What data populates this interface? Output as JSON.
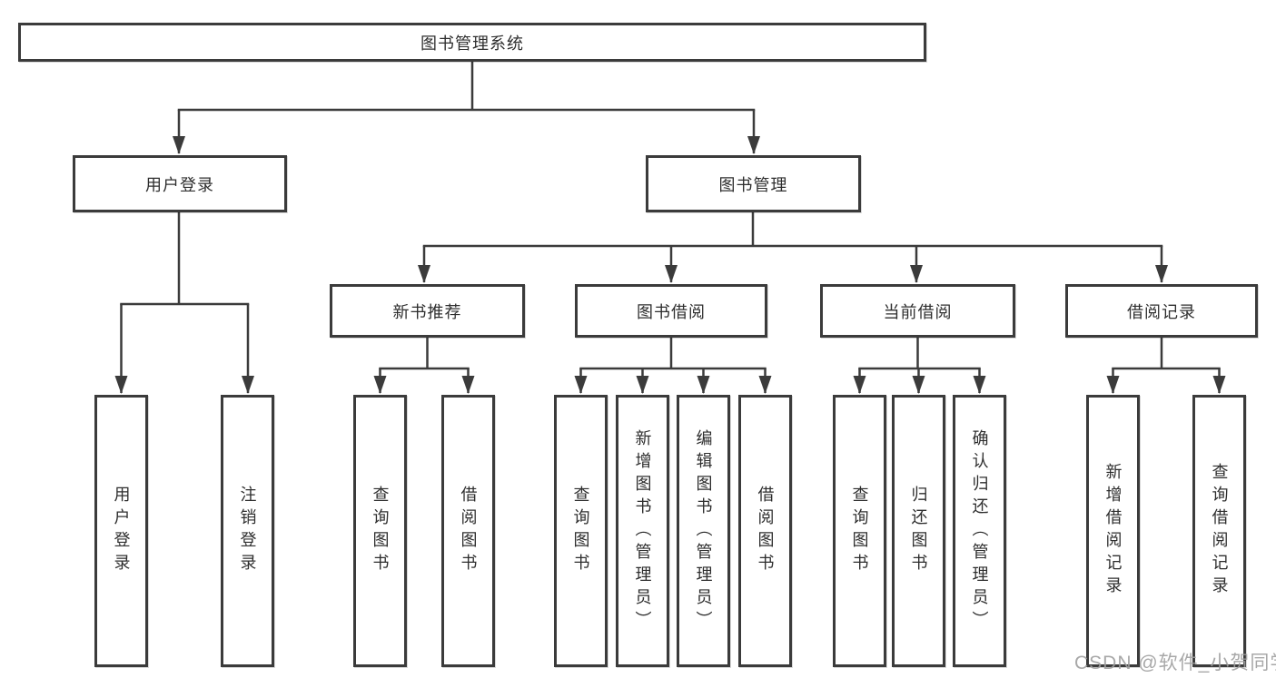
{
  "diagram": {
    "root": {
      "label": "图书管理系统"
    },
    "level2": {
      "user_login": {
        "label": "用户登录"
      },
      "book_mgmt": {
        "label": "图书管理"
      }
    },
    "level3": {
      "new_books": {
        "label": "新书推荐"
      },
      "book_borrow": {
        "label": "图书借阅"
      },
      "current_borrow": {
        "label": "当前借阅"
      },
      "borrow_records": {
        "label": "借阅记录"
      }
    },
    "leaves": {
      "user_login": [
        "用户登录",
        "注销登录"
      ],
      "new_books": [
        "查询图书",
        "借阅图书"
      ],
      "book_borrow": [
        "查询图书",
        "新增图书（管理员）",
        "编辑图书（管理员）",
        "借阅图书"
      ],
      "current_borrow": [
        "查询图书",
        "归还图书",
        "确认归还（管理员）"
      ],
      "borrow_records": [
        "新增借阅记录",
        "查询借阅记录"
      ]
    }
  },
  "watermark": "CSDN @软件_小贺同学",
  "colors": {
    "line": "#3b3b3b",
    "border": "#3b3b3b",
    "text": "#2e2e2e",
    "watermark": "#9e9e9e",
    "background": "#ffffff"
  }
}
